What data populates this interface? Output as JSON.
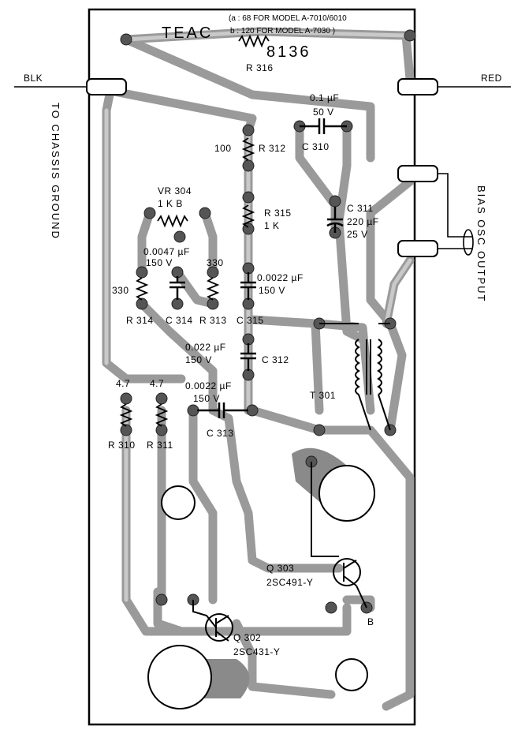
{
  "board": {
    "maker_logo": "TEAC",
    "part_number": "8136",
    "note_line_1": "(a : 68  FOR MODEL A-7010/6010",
    "note_line_2": "b : 120  FOR MODEL A-7030 )"
  },
  "connections": {
    "left_wire": "BLK",
    "right_wire": "RED",
    "left_vertical": "TO CHASSIS GROUND",
    "right_vertical": "BIAS OSC OUTPUT"
  },
  "components": {
    "r316": "R 316",
    "c310_value": "0.1 µF",
    "c310_voltage": "50 V",
    "c310": "C 310",
    "r312_value": "100",
    "r312": "R 312",
    "vr304": "VR 304",
    "vr304_value": "1 K B",
    "r315": "R 315",
    "r315_value": "1 K",
    "c311": "C 311",
    "c311_value": "220 µF",
    "c311_voltage": "25 V",
    "c314_value": "0.0047 µF",
    "c314_voltage": "150 V",
    "r313_value": "330",
    "c315_value": "0.0022 µF",
    "c315_voltage": "150 V",
    "r314_value": "330",
    "r314": "R 314",
    "c314": "C 314",
    "r313": "R 313",
    "c315": "C 315",
    "c312_value": "0.022 µF",
    "c312_voltage": "150 V",
    "c312": "C 312",
    "r310_value": "4.7",
    "r311_value": "4.7",
    "c313_value": "0.0022 µF",
    "c313_voltage": "150 V",
    "t301": "T 301",
    "r310": "R 310",
    "r311": "R 311",
    "c313": "C 313",
    "q303": "Q 303",
    "q303_type": "2SC491-Y",
    "q302": "Q 302",
    "q302_type": "2SC431-Y",
    "b_pin": "B"
  }
}
